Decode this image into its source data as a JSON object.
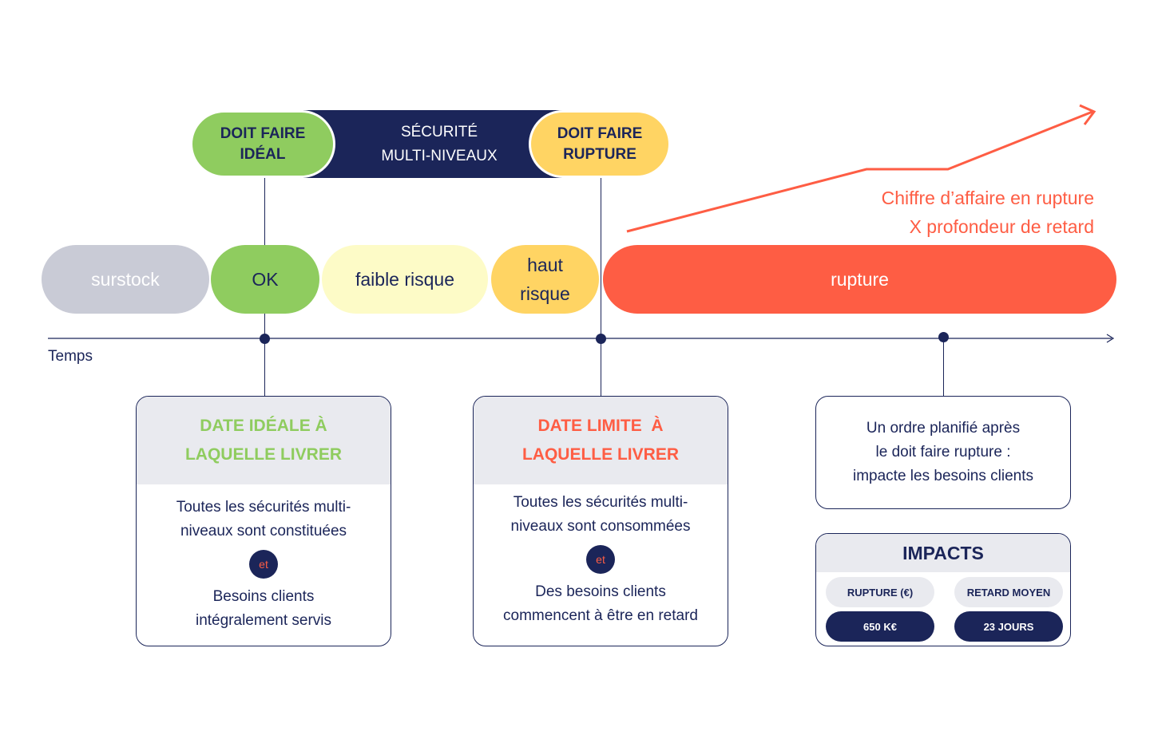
{
  "top": {
    "ideal_line1": "DOIT FAIRE",
    "ideal_line2": "IDÉAL",
    "security_line1": "SÉCURITÉ",
    "security_line2": "MULTI-NIVEAUX",
    "rupture_line1": "DOIT FAIRE",
    "rupture_line2": "RUPTURE"
  },
  "trend": {
    "line1": "Chiffre d’affaire en rupture",
    "line2": "X profondeur de retard",
    "color": "#fe5d44"
  },
  "zones": {
    "surstock": "surstock",
    "ok": "OK",
    "faible": "faible risque",
    "haut_line1": "haut",
    "haut_line2": "risque",
    "rupture": "rupture"
  },
  "axis": {
    "label": "Temps"
  },
  "card_ideal": {
    "title_line1": "DATE IDÉALE À",
    "title_line2": "LAQUELLE LIVRER",
    "text_line1": "Toutes les sécurités multi-",
    "text_line2": "niveaux sont constituées",
    "and": "et",
    "text_line3": "Besoins clients",
    "text_line4": "intégralement servis",
    "title_color": "#8fcc5f"
  },
  "card_limit": {
    "title_line1": "DATE LIMITE  À",
    "title_line2": "LAQUELLE LIVRER",
    "text_line1": "Toutes les sécurités multi-",
    "text_line2": "niveaux sont consommées",
    "and": "et",
    "text_line3": "Des besoins clients",
    "text_line4": "commencent à être en retard",
    "title_color": "#fe5d44"
  },
  "card_note": {
    "line1": "Un ordre planifié après",
    "line2": "le doit faire rupture :",
    "line3": "impacte les besoins clients"
  },
  "impacts": {
    "title": "IMPACTS",
    "col1_label": "RUPTURE (€)",
    "col1_value": "650 K€",
    "col2_label": "RETARD MOYEN",
    "col2_value": "23 JOURS"
  },
  "colors": {
    "navy": "#1b2559",
    "green": "#8fcc5f",
    "yellow": "#ffd463",
    "pale_yellow": "#fdfbc7",
    "grey": "#c9cbd6",
    "red": "#fe5d44"
  }
}
